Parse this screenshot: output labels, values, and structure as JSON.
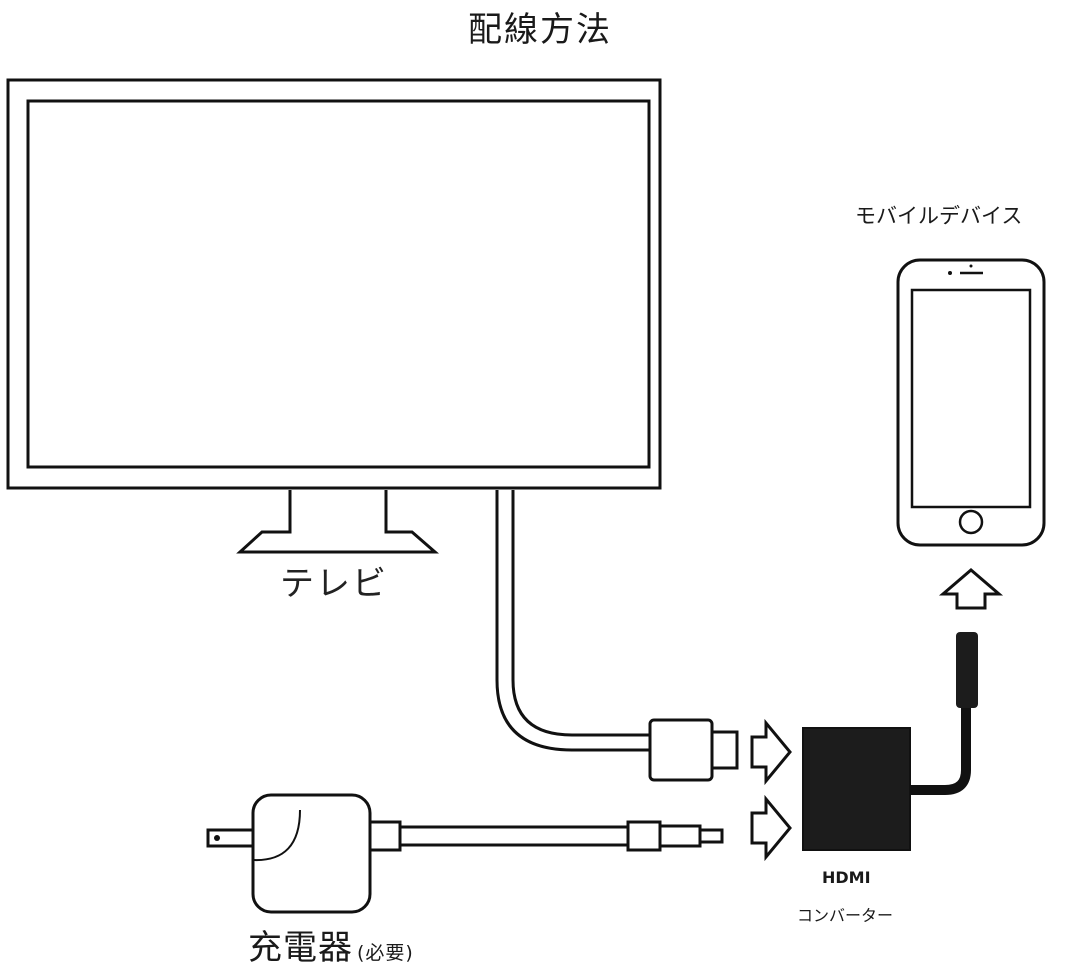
{
  "title": "配線方法",
  "tv": {
    "label": "テレビ"
  },
  "mobile_device": {
    "label": "モバイルデバイス"
  },
  "charger": {
    "label": "充電器",
    "note": "(必要)"
  },
  "converter": {
    "line1": "HDMI",
    "line2": "コンバーター"
  }
}
